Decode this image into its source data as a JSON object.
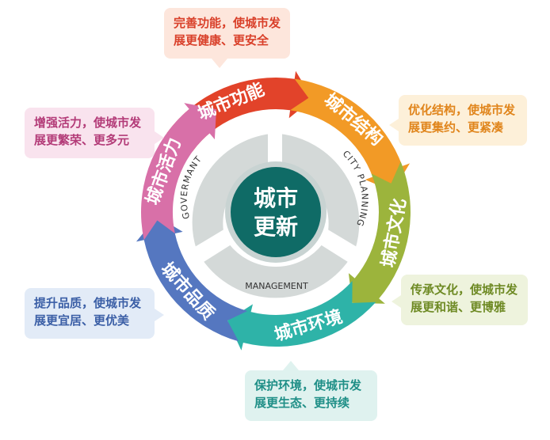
{
  "center": {
    "line1": "城市",
    "line2": "更新"
  },
  "inner_segments": {
    "left": "GOVERMANT",
    "right": "CITY PLANNING",
    "bottom": "MANAGEMENT"
  },
  "ring": [
    {
      "label": "城市功能",
      "color": "#e2432a"
    },
    {
      "label": "城市结构",
      "color": "#f29a26"
    },
    {
      "label": "城市文化",
      "color": "#9cb43c"
    },
    {
      "label": "城市环境",
      "color": "#2eb3a8"
    },
    {
      "label": "城市品质",
      "color": "#5577c0"
    },
    {
      "label": "城市活力",
      "color": "#d870a8"
    }
  ],
  "callouts": {
    "function": [
      "完善功能，使城市发",
      "展更健康、更安全"
    ],
    "structure": [
      "优化结构，使城市发",
      "展更集约、更紧凑"
    ],
    "culture": [
      "传承文化，使城市发",
      "展更和谐、更博雅"
    ],
    "environment": [
      "保护环境，使城市发",
      "展更生态、更持续"
    ],
    "quality": [
      "提升品质，使城市发",
      "展更宜居、更优美"
    ],
    "vitality": [
      "增强活力，使城市发",
      "展更繁荣、更多元"
    ]
  },
  "colors": {
    "center_fill": "#0f6b66",
    "center_ring": "#c8d3d2",
    "segment_fill": "#d4d9d8",
    "segment_text": "#333333"
  }
}
